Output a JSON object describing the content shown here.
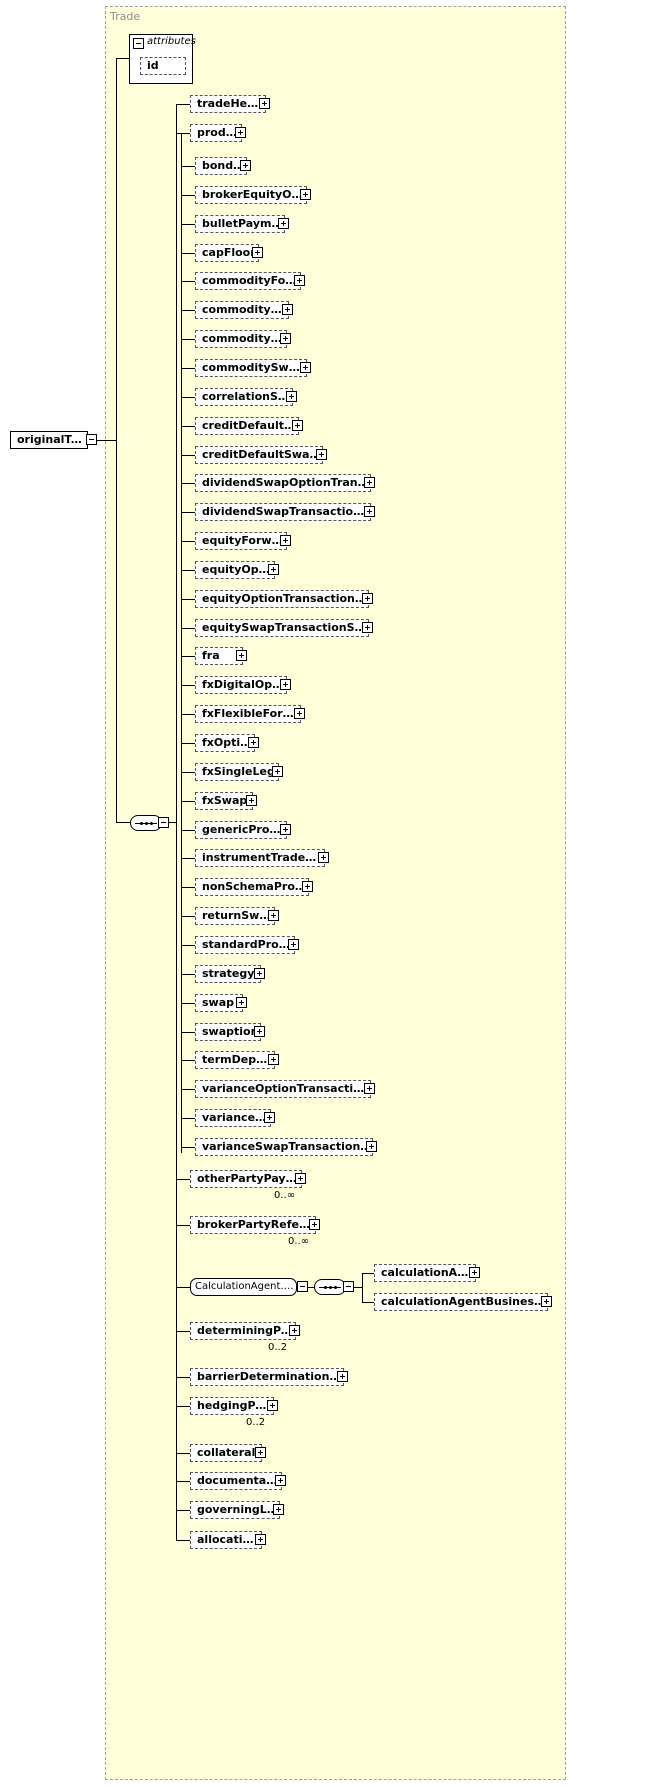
{
  "diagram": {
    "container_title": "Trade",
    "root_element": "originalTrade",
    "attributes_label": "attributes",
    "attribute_id": "id",
    "group_name": "CalculationAgent.model",
    "sequence_children": [
      {
        "name": "tradeHeader"
      },
      {
        "name": "product"
      },
      {
        "name": "otherPartyPayment",
        "card": "0..∞"
      },
      {
        "name": "brokerPartyReference",
        "card": "0..∞"
      },
      {
        "name": "CalculationAgent.model",
        "kind": "group"
      },
      {
        "name": "determiningParty",
        "card": "0..2"
      },
      {
        "name": "barrierDeterminationAgent"
      },
      {
        "name": "hedgingParty",
        "card": "0..2"
      },
      {
        "name": "collateral"
      },
      {
        "name": "documentation"
      },
      {
        "name": "governingLaw"
      },
      {
        "name": "allocations"
      }
    ],
    "product_substitutes": [
      "bondOption",
      "brokerEquityOption",
      "bulletPayment",
      "capFloor",
      "commodityForward",
      "commodityOption",
      "commoditySwap",
      "commoditySwaption",
      "correlationSwap",
      "creditDefaultSwap",
      "creditDefaultSwapOption",
      "dividendSwapOptionTransactio...",
      "dividendSwapTransactionSupp...",
      "equityForward",
      "equityOption",
      "equityOptionTransactionSuppl...",
      "equitySwapTransactionSupple...",
      "fra",
      "fxDigitalOption",
      "fxFlexibleForward",
      "fxOption",
      "fxSingleLeg",
      "fxSwap",
      "genericProduct",
      "instrumentTradeDetails",
      "nonSchemaProduct",
      "returnSwap",
      "standardProduct",
      "strategy",
      "swap",
      "swaption",
      "termDeposit",
      "varianceOptionTransactionSup...",
      "varianceSwap",
      "varianceSwapTransactionSuppl..."
    ],
    "calculation_agent_choice": [
      "calculationAgent",
      "calculationAgentBusinessCenter"
    ],
    "colors": {
      "container_bg": "#ffffd9",
      "container_border": "#a0a0a0",
      "title": "#8c8c8c"
    }
  }
}
